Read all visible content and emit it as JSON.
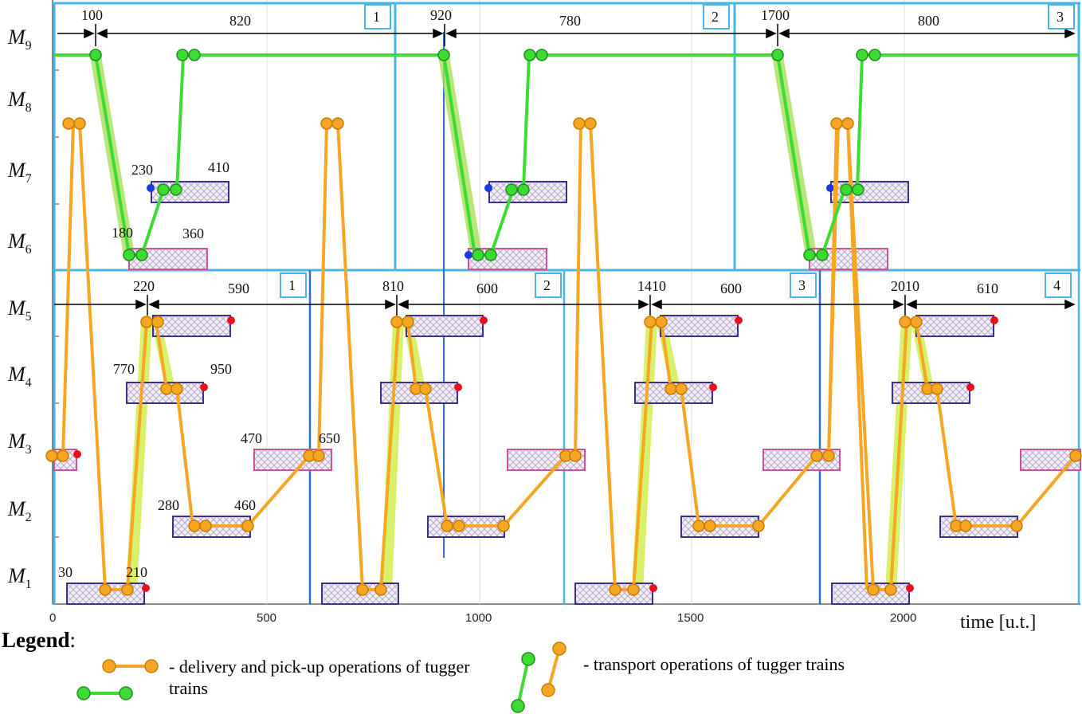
{
  "rows": [
    "M",
    "M",
    "M",
    "M",
    "M",
    "M",
    "M",
    "M",
    "M"
  ],
  "row_subscripts": [
    "9",
    "8",
    "7",
    "6",
    "5",
    "4",
    "3",
    "2",
    "1"
  ],
  "top_block": {
    "box_numbers": [
      "1",
      "2",
      "3"
    ],
    "cycle_starts": [
      "100",
      "920",
      "1700"
    ],
    "durations": [
      "820",
      "780",
      "800"
    ],
    "point_labels": [
      "230",
      "410",
      "180",
      "360"
    ]
  },
  "bottom_block": {
    "box_numbers": [
      "1",
      "2",
      "3",
      "4"
    ],
    "cycle_starts": [
      "220",
      "810",
      "1410",
      "2010"
    ],
    "durations": [
      "590",
      "600",
      "600",
      "610"
    ],
    "point_labels": [
      "770",
      "950",
      "470",
      "650",
      "280",
      "460",
      "30",
      "210"
    ]
  },
  "x_axis": {
    "ticks": [
      "0",
      "500",
      "1000",
      "1500",
      "2000"
    ],
    "label": "time [u.t.]"
  },
  "legend": {
    "title": "Legend",
    "title_suffix": ":",
    "orange_text": "-  delivery and pick-up operations of tugger trains",
    "green_text": "- transport operations of tugger trains"
  },
  "colors": {
    "orange": "#f5a623",
    "orange_dark": "#c77c00",
    "green": "#3ddc34",
    "green_dark": "#1f8f18",
    "blue_frame": "#48b4e8",
    "highlight": "#d8f06a",
    "red_dot": "#e8101c",
    "blue_dot": "#1a3adf"
  }
}
